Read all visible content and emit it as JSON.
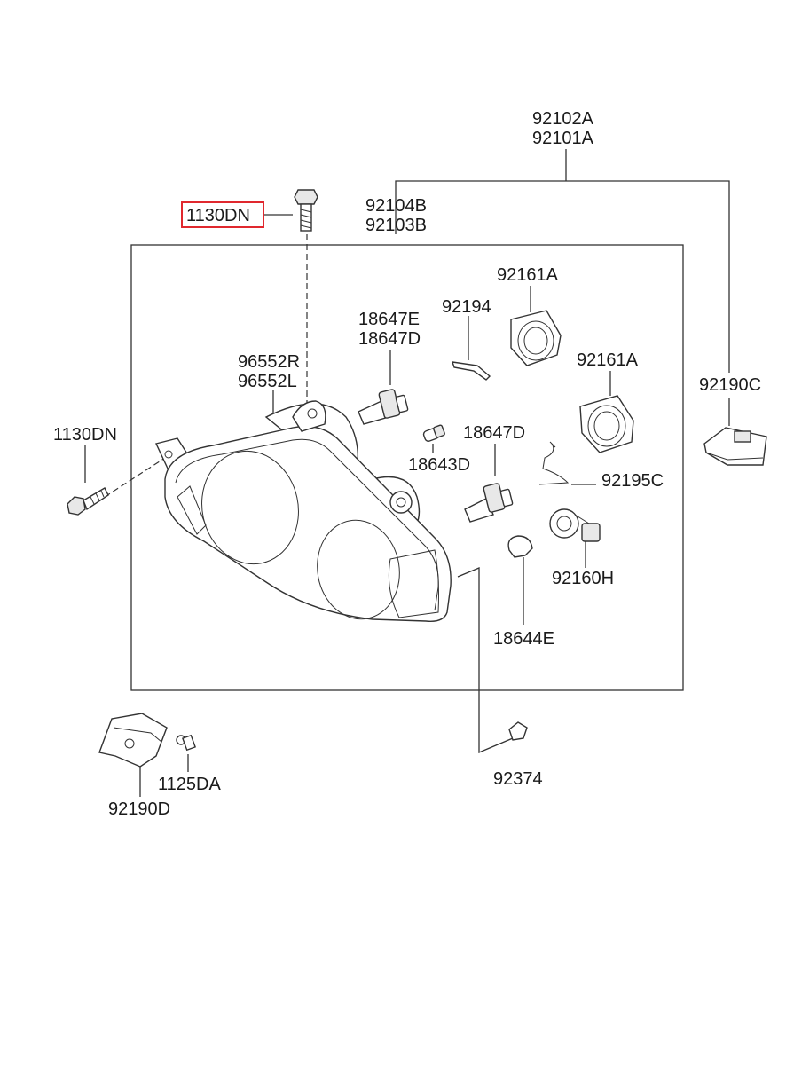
{
  "labels": {
    "p92102A": "92102A",
    "p92101A": "92101A",
    "p92104B": "92104B",
    "p92103B": "92103B",
    "p1130DN_top": "1130DN",
    "p92161A_1": "92161A",
    "p92194": "92194",
    "p18647E": "18647E",
    "p18647D_1": "18647D",
    "p96552R": "96552R",
    "p96552L": "96552L",
    "p92161A_2": "92161A",
    "p92190C": "92190C",
    "p1130DN_left": "1130DN",
    "p18647D_2": "18647D",
    "p18643D": "18643D",
    "p92195C": "92195C",
    "p92160H": "92160H",
    "p18644E": "18644E",
    "p1125DA": "1125DA",
    "p92374": "92374",
    "p92190D": "92190D"
  },
  "highlight": {
    "label": "1130DN",
    "color": "#e0282e"
  }
}
